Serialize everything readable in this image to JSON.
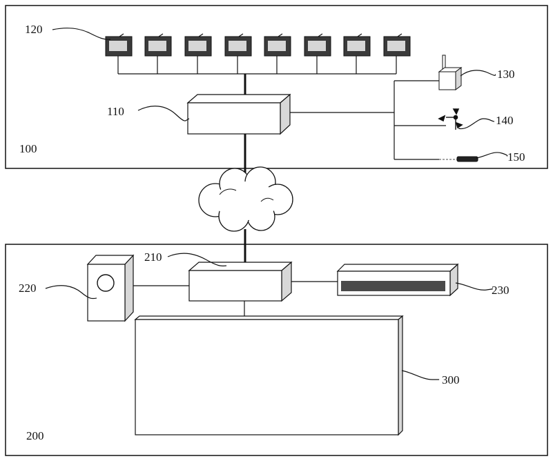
{
  "labels": {
    "system_top": "100",
    "system_bottom": "200",
    "gateway_top": "110",
    "cameras": "120",
    "sensor_130": "130",
    "sensor_140": "140",
    "sensor_150": "150",
    "gateway_bottom": "210",
    "speaker": "220",
    "air_unit": "230",
    "display": "300"
  },
  "camera_count": 8,
  "colors": {
    "stroke": "#111111",
    "side_face": "#d8d8d8",
    "camera_body": "#3a3a3a",
    "camera_screen": "#d6d6d6",
    "dark_bar": "#4a4a4a"
  }
}
